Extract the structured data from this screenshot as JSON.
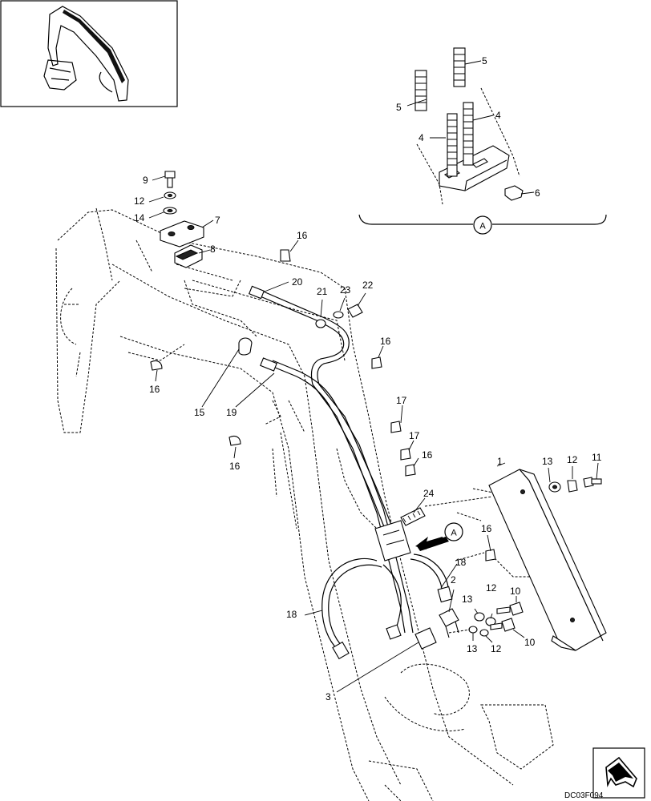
{
  "view_reference_label": "A",
  "drawing_code": "DC03F094",
  "callouts": {
    "c1": "1",
    "c2": "2",
    "c3": "3",
    "c4a": "4",
    "c4b": "4",
    "c5a": "5",
    "c5b": "5",
    "c6": "6",
    "c7": "7",
    "c8": "8",
    "c9": "9",
    "c10a": "10",
    "c10b": "10",
    "c11": "11",
    "c12a": "12",
    "c12b": "12",
    "c12c": "12",
    "c12d": "12",
    "c13a": "13",
    "c13b": "13",
    "c13c": "13",
    "c14": "14",
    "c15": "15",
    "c16a": "16",
    "c16b": "16",
    "c16c": "16",
    "c16d": "16",
    "c16e": "16",
    "c16f": "16",
    "c17a": "17",
    "c17b": "17",
    "c18a": "18",
    "c18b": "18",
    "c19": "19",
    "c20": "20",
    "c21": "21",
    "c22": "22",
    "c23": "23",
    "c24": "24"
  }
}
